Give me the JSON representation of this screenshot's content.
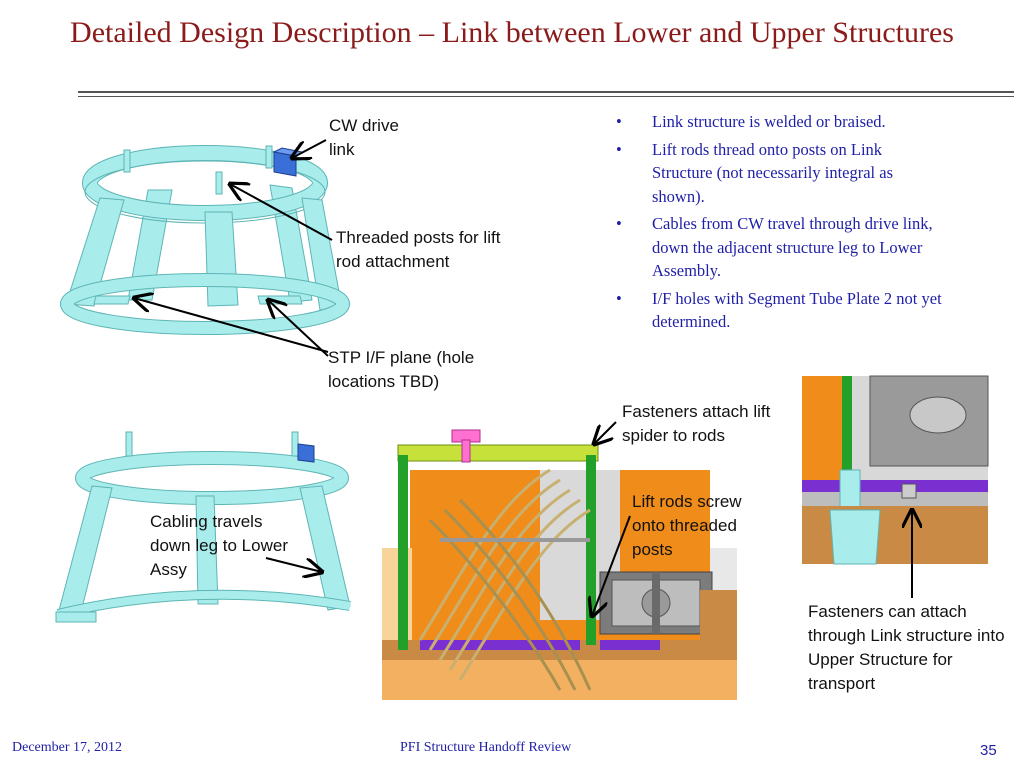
{
  "slide": {
    "title": "Detailed Design Description – Link between Lower and Upper Structures",
    "bullets": [
      "Link structure is welded or braised.",
      "Lift rods thread onto posts on Link Structure (not necessarily integral as shown).",
      "Cables from CW travel through drive link, down the adjacent structure leg to Lower Assembly.",
      "I/F holes with Segment Tube Plate 2 not yet determined."
    ],
    "callouts": {
      "cw_drive_link": "CW drive link",
      "threaded_posts": "Threaded posts for lift rod attachment",
      "stp_plane": "STP I/F plane (hole locations TBD)",
      "cabling": "Cabling travels down leg to Lower Assy",
      "fasteners_spider": "Fasteners attach lift spider to rods",
      "lift_rods": "Lift rods screw onto threaded posts",
      "fasteners_link": "Fasteners can attach through Link structure into Upper Structure for transport"
    },
    "footer": {
      "date": "December 17, 2012",
      "center": "PFI Structure Handoff Review",
      "page": "35"
    },
    "colors": {
      "title": "#8b1a1a",
      "bullet_text": "#1f1fa8",
      "structure": "#a8ecec",
      "structure_edge": "#5fb5b5",
      "drive_link": "#3a6fd8",
      "orange": "#f08c1a",
      "green": "#22a02a",
      "purple": "#7a2fd0",
      "tan": "#c88a44"
    }
  }
}
